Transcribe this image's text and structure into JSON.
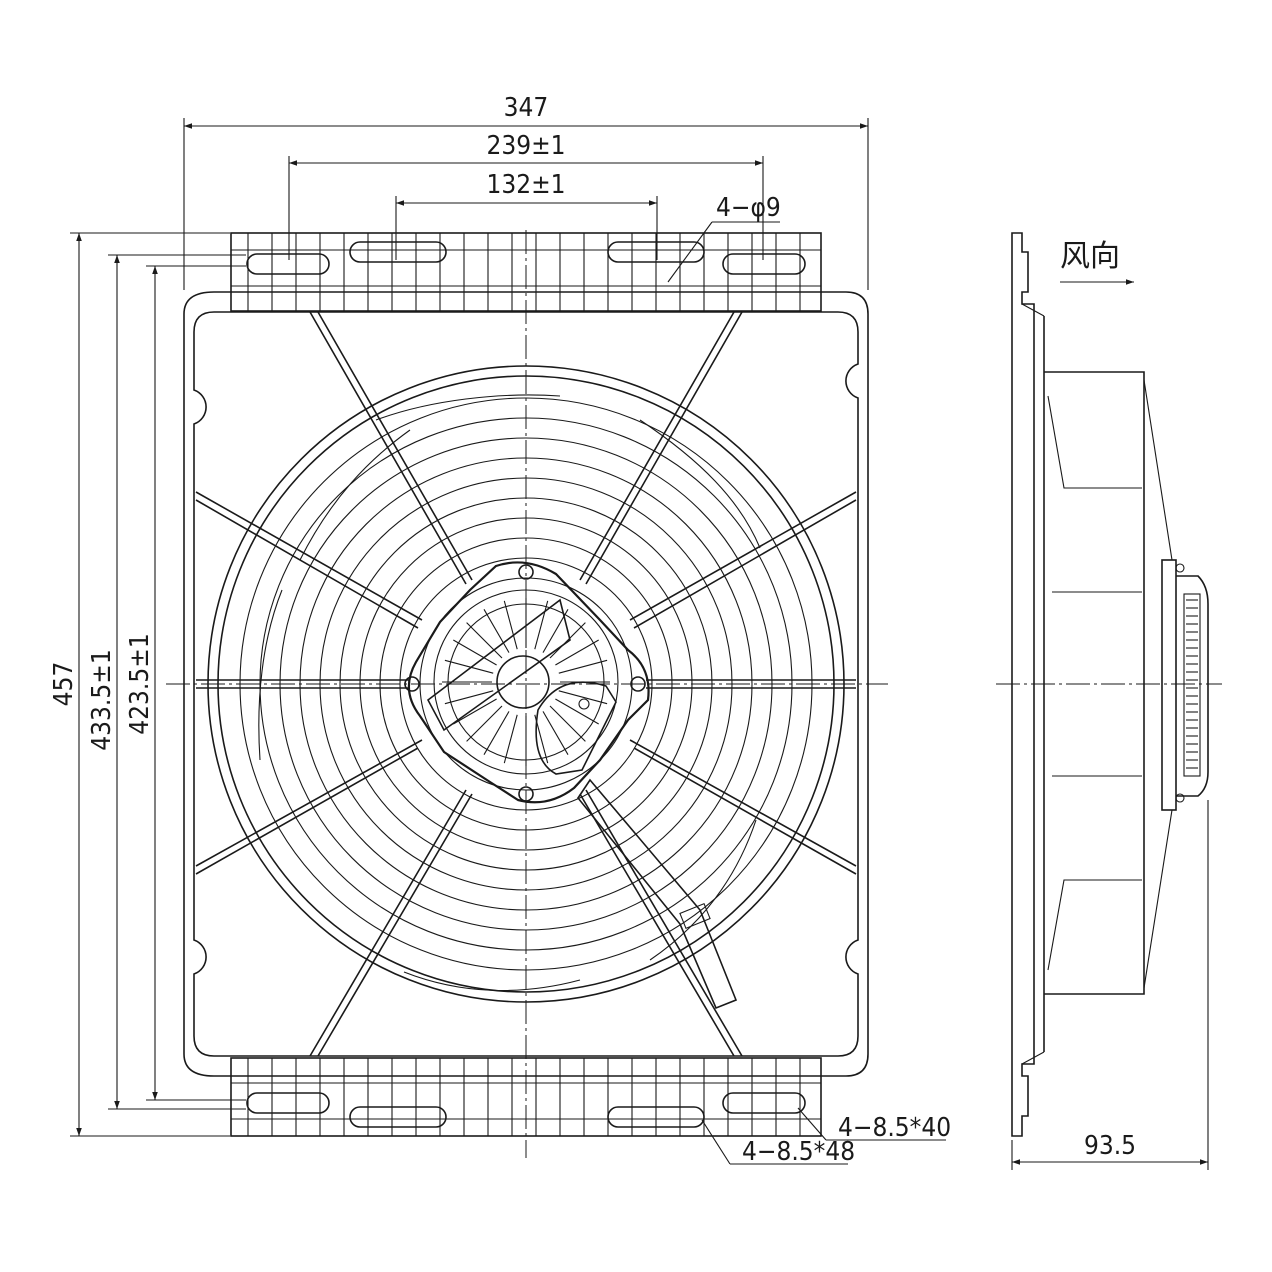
{
  "front_view": {
    "dimensions": {
      "overall_width": "347",
      "mount_spacing_outer": "239±1",
      "mount_spacing_inner": "132±1",
      "hole_callout": "4−φ9",
      "overall_height": "457",
      "slot_spacing_outer": "433.5±1",
      "slot_spacing_inner": "423.5±1",
      "slot_callout_a": "4−8.5*40",
      "slot_callout_b": "4−8.5*48"
    }
  },
  "side_view": {
    "airflow_label": "风向",
    "depth": "93.5"
  },
  "colors": {
    "line": "#1a1a1a",
    "background": "#ffffff"
  }
}
